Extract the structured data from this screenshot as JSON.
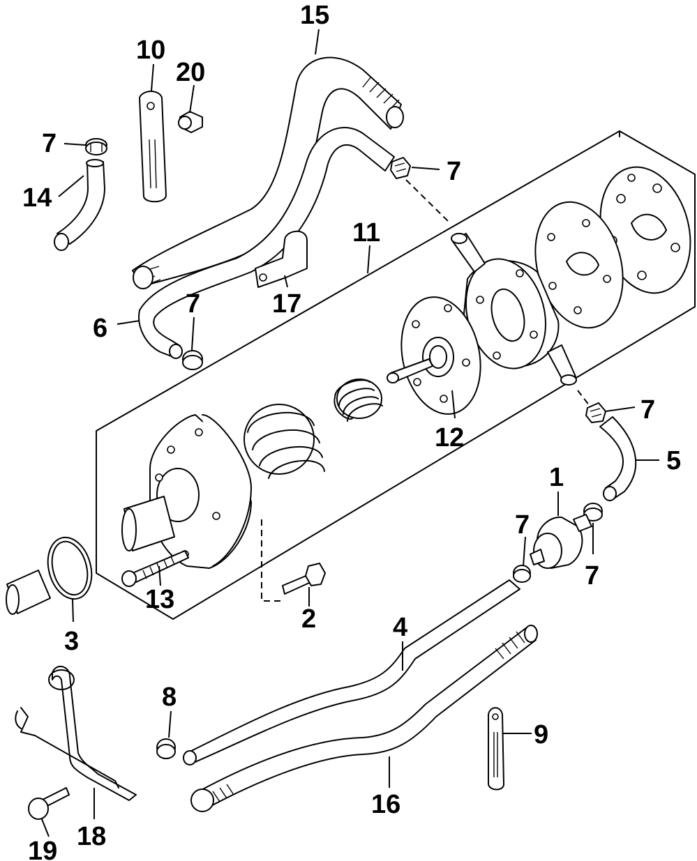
{
  "callouts": {
    "c1": "1",
    "c2": "2",
    "c3": "3",
    "c4": "4",
    "c5": "5",
    "c6": "6",
    "c7a": "7",
    "c7b": "7",
    "c7c": "7",
    "c7d": "7",
    "c7e": "7",
    "c7f": "7",
    "c8": "8",
    "c9": "9",
    "c10": "10",
    "c11": "11",
    "c12": "12",
    "c13": "13",
    "c14": "14",
    "c15": "15",
    "c16": "16",
    "c17": "17",
    "c18": "18",
    "c19": "19",
    "c20": "20"
  }
}
